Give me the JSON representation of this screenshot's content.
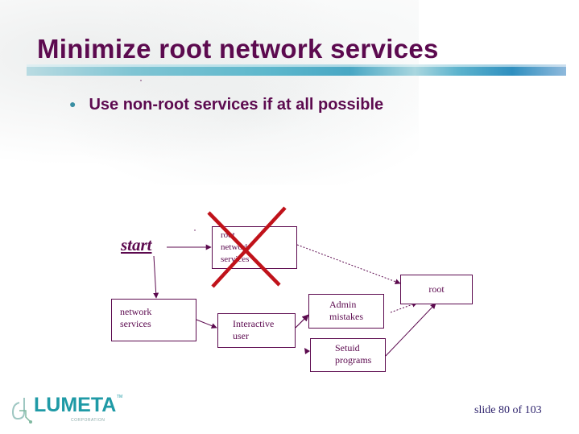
{
  "slide": {
    "title": "Minimize root network services",
    "bullets": [
      "Use non-root services if at all possible"
    ]
  },
  "diagram": {
    "start_label": "start",
    "nodes": {
      "root_network_services": [
        "root",
        "network",
        "services"
      ],
      "network_services": [
        "network",
        "services"
      ],
      "interactive_user": [
        "Interactive",
        "user"
      ],
      "admin_mistakes": [
        "Admin",
        "mistakes"
      ],
      "setuid_programs": [
        "Setuid",
        "programs"
      ],
      "root": [
        "root"
      ]
    },
    "crossed_out": "root_network_services"
  },
  "footer": {
    "slide_counter": "slide 80 of 103",
    "logo_text": "LUMETA",
    "logo_tm": "TM",
    "logo_subtext": "CORPORATION"
  },
  "colors": {
    "title": "#5c0a4f",
    "accent": "#3a8fa3",
    "cross": "#c0121a",
    "footer_text": "#2a1f6a"
  }
}
